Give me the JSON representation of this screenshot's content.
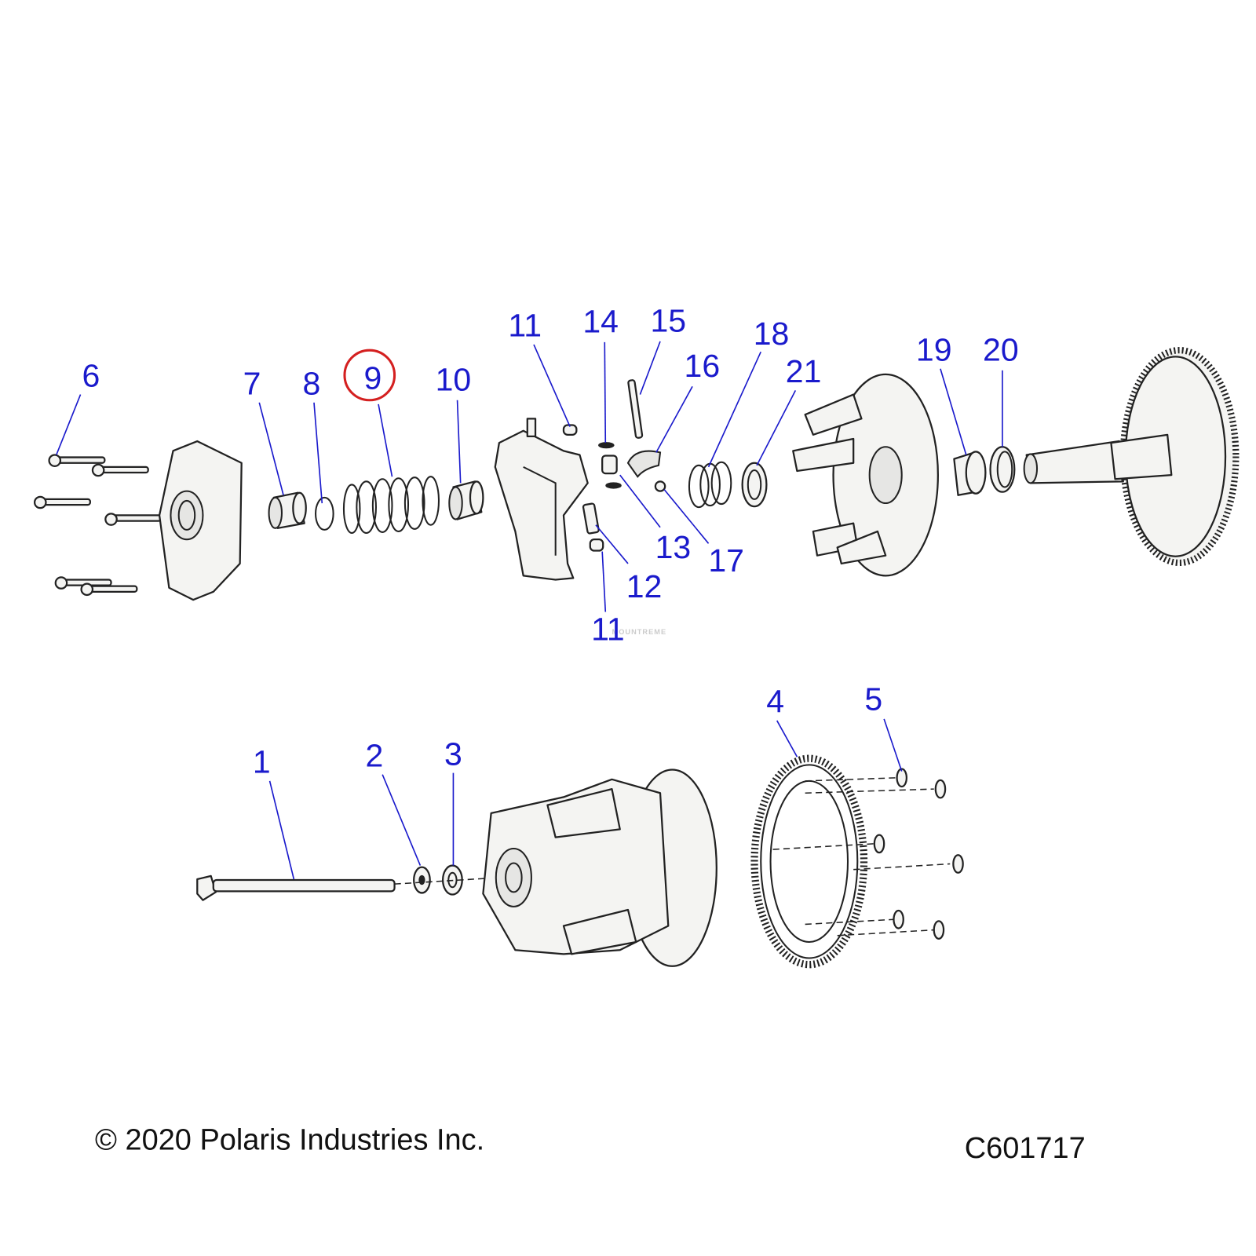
{
  "callouts": {
    "c1": "1",
    "c2": "2",
    "c3": "3",
    "c4": "4",
    "c5": "5",
    "c6": "6",
    "c7": "7",
    "c8": "8",
    "c9": "9",
    "c10": "10",
    "c11a": "11",
    "c11b": "11",
    "c12": "12",
    "c13": "13",
    "c14": "14",
    "c15": "15",
    "c16": "16",
    "c17": "17",
    "c18": "18",
    "c19": "19",
    "c20": "20",
    "c21": "21"
  },
  "highlighted_callout": "9",
  "colors": {
    "callout": "#1a1acc",
    "highlight": "#d42020"
  },
  "footer": {
    "copyright": "© 2020 Polaris Industries Inc.",
    "diagram_id": "C601717"
  },
  "watermark": "MOUNTREME"
}
